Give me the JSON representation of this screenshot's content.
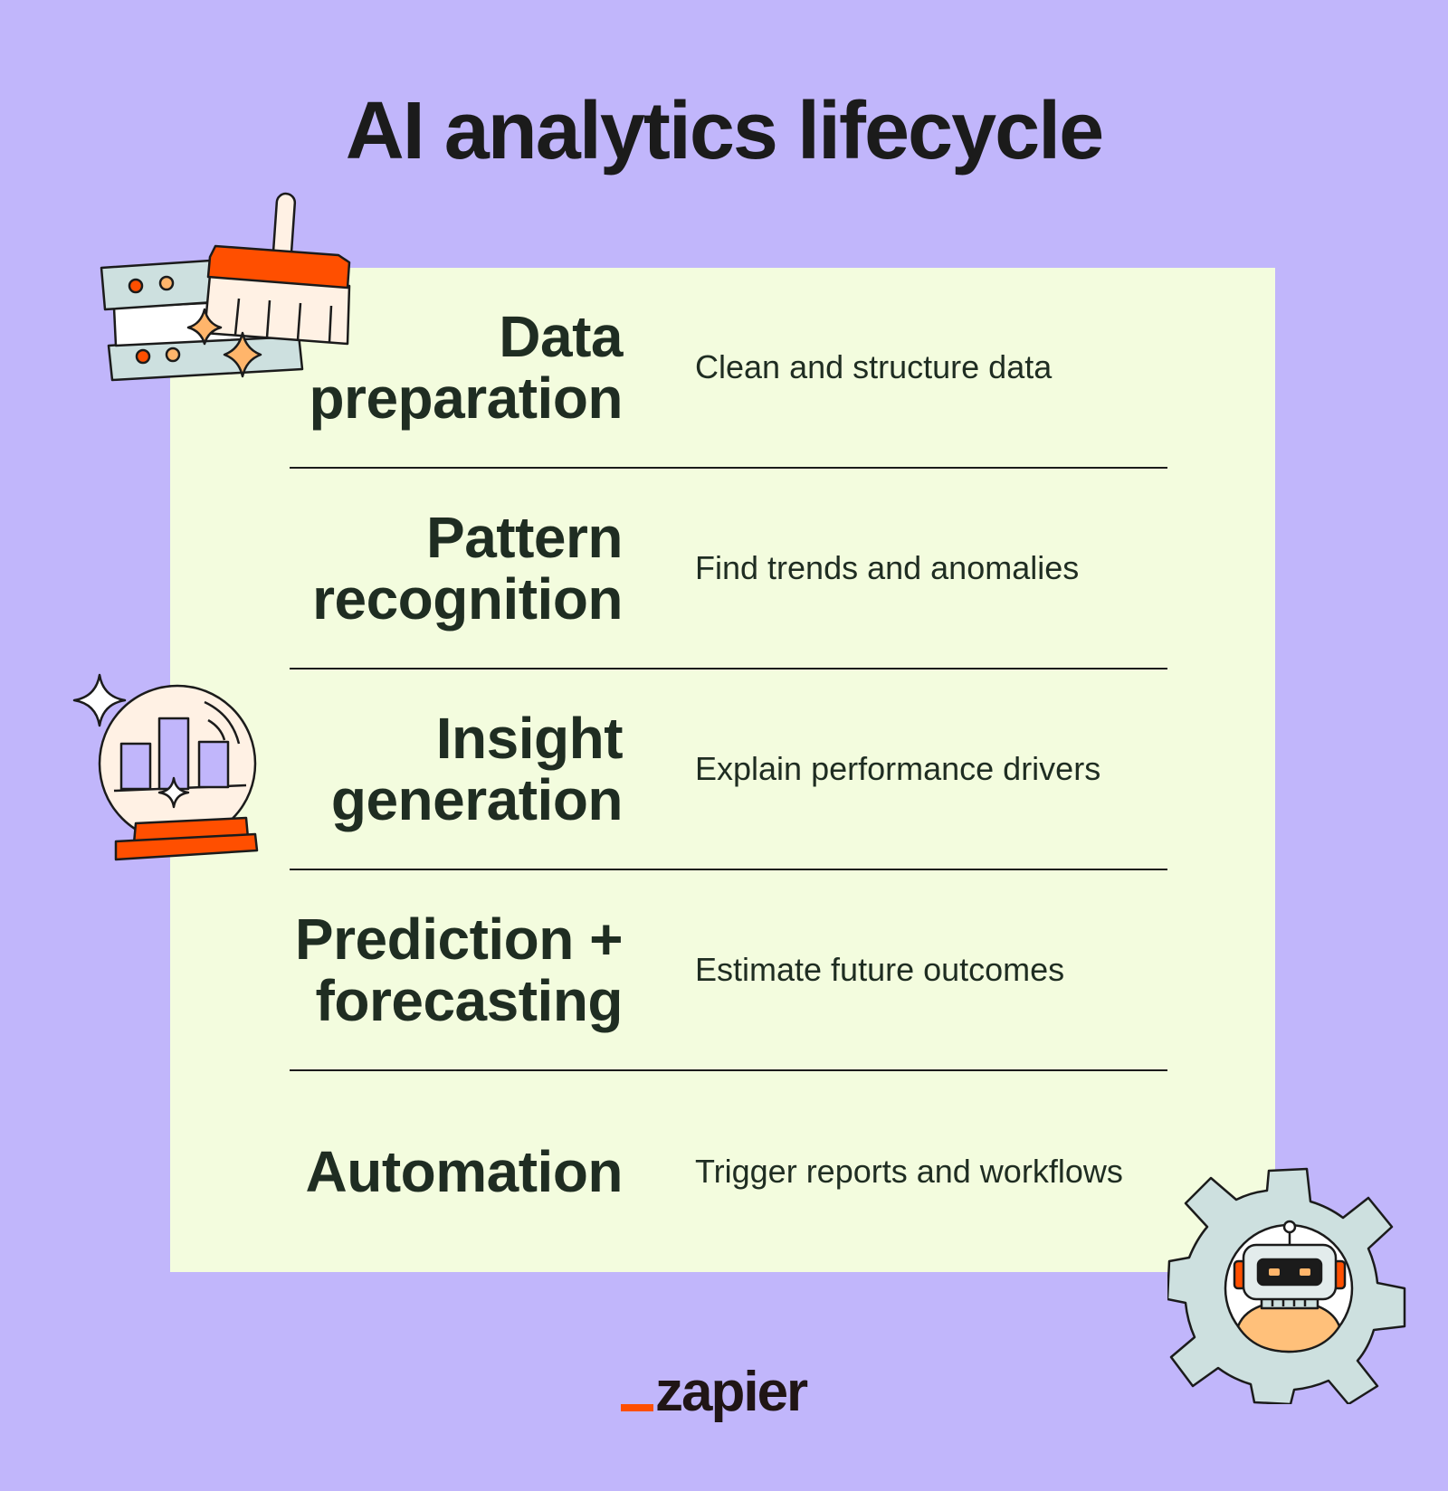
{
  "title": "AI analytics lifecycle",
  "steps": [
    {
      "name_line1": "Data",
      "name_line2": "preparation",
      "description": "Clean and structure data"
    },
    {
      "name_line1": "Pattern",
      "name_line2": "recognition",
      "description": "Find trends and anomalies"
    },
    {
      "name_line1": "Insight",
      "name_line2": "generation",
      "description": "Explain performance drivers"
    },
    {
      "name_line1": "Prediction +",
      "name_line2": "forecasting",
      "description": "Estimate future outcomes"
    },
    {
      "name_line1": "Automation",
      "name_line2": "",
      "description": "Trigger reports and workflows"
    }
  ],
  "logo": {
    "text": "zapier"
  },
  "colors": {
    "background": "#c1b6fb",
    "card": "#f3fcde",
    "text": "#1f2d22",
    "accent": "#ff4f00"
  },
  "icons": [
    "server-broom-icon",
    "crystal-ball-chart-icon",
    "robot-gear-icon"
  ]
}
